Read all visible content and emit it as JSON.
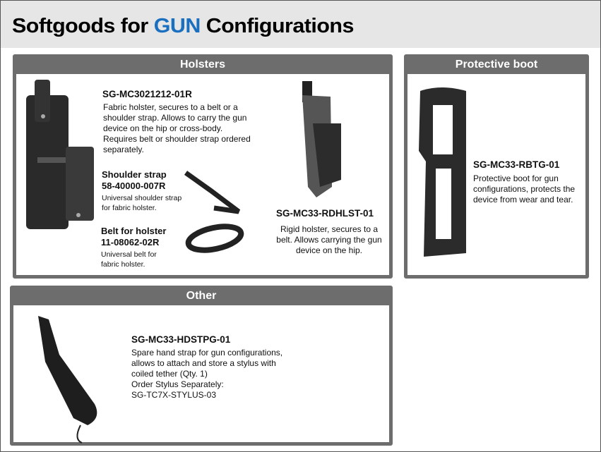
{
  "header": {
    "title_pre": "Softgoods for ",
    "title_accent": "GUN",
    "title_post": " Configurations",
    "accent_color": "#1a6fbf"
  },
  "holsters": {
    "title": "Holsters",
    "fabric": {
      "code": "SG-MC3021212-01R",
      "desc": "Fabric holster, secures to a belt or a shoulder strap. Allows to carry the gun device on the hip or cross-body. Requires belt or shoulder strap ordered separately."
    },
    "strap": {
      "name": "Shoulder strap",
      "code": "58-40000-007R",
      "desc": "Universal shoulder strap for fabric holster."
    },
    "belt": {
      "name": "Belt for holster",
      "code": "11-08062-02R",
      "desc": "Universal belt for fabric holster."
    },
    "rigid": {
      "code": "SG-MC33-RDHLST-01",
      "desc": "Rigid holster, secures to a belt. Allows carrying the gun device on the hip."
    }
  },
  "boot": {
    "title": "Protective boot",
    "code": "SG-MC33-RBTG-01",
    "desc": "Protective boot for gun configurations, protects the device from wear and tear."
  },
  "other": {
    "title": "Other",
    "code": "SG-MC33-HDSTPG-01",
    "desc": "Spare hand strap for gun configurations, allows to attach and store a stylus with coiled tether (Qty. 1)",
    "order_note": "Order Stylus Separately:",
    "stylus_code": "SG-TC7X-STYLUS-03"
  }
}
